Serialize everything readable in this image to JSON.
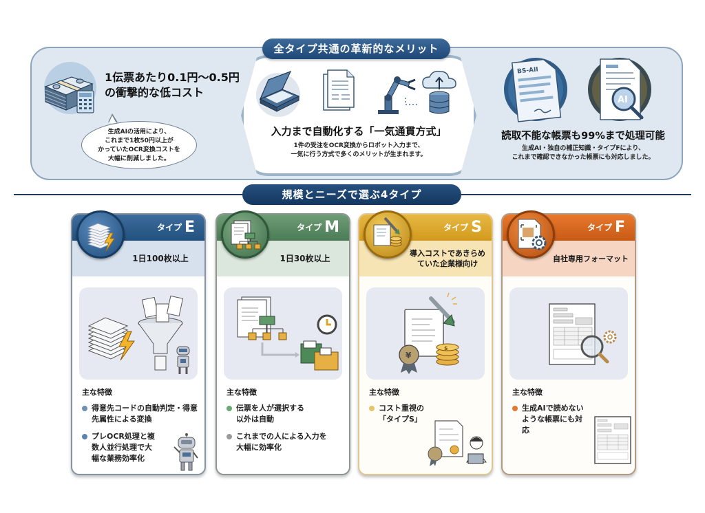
{
  "banner": {
    "title": "全タイプ共通の革新的なメリット",
    "left": {
      "title_line1": "1伝票あたり0.1円〜0.5円",
      "title_line2": "の衝撃的な低コスト",
      "bubble_lines": [
        "生成AIの活用により、",
        "これまで1枚50円以上が",
        "かっていたOCR変換コストを",
        "大幅に削減しました。"
      ],
      "icon": "money-stack-calculator-icon"
    },
    "middle": {
      "title": "入力まで自動化する「一気通貫方式」",
      "desc_lines": [
        "1件の受注をOCR変換からロボット入力まで、",
        "一気に行う方式で多くのメリットが生まれます。"
      ],
      "icons": [
        "scanner-icon",
        "document-icon",
        "robot-arm-icon",
        "cloud-database-icon"
      ]
    },
    "right": {
      "title": "読取不能な帳票も99%まで処理可能",
      "desc_lines": [
        "生成AI・独自の補正知識・タイプFにより、",
        "これまで確認できなかった帳票にも対応しました。"
      ],
      "icons": [
        "handwritten-document-icon",
        "ai-magnifier-document-icon"
      ],
      "doc_label": "BS-AII"
    }
  },
  "section": {
    "title": "規模とニーズで選ぶ4タイプ"
  },
  "cards": [
    {
      "type_prefix": "タイプ",
      "type_letter": "E",
      "subtitle": "1日100枚以上",
      "features_title": "主な特徴",
      "features": [
        "得意先コードの自動判定・得意先属性による変換",
        "プレOCR処理と複数人並行処理で大幅な業務効率化"
      ],
      "color": "#2a5a8a",
      "dot_color": "#6f8fb3"
    },
    {
      "type_prefix": "タイプ",
      "type_letter": "M",
      "subtitle": "1日30枚以上",
      "features_title": "主な特徴",
      "features": [
        "伝票を人が選択する以外は自動",
        "これまでの人による入力を大幅に効率化"
      ],
      "color": "#5a8a62",
      "dot_colors": [
        "#6aa874",
        "#9a9a9a"
      ]
    },
    {
      "type_prefix": "タイプ",
      "type_letter": "S",
      "subtitle": "導入コストであきらめていた企業様向け",
      "features_title": "主な特徴",
      "features": [
        "コスト重視の「タイプS」"
      ],
      "color": "#d9a52a",
      "dot_color": "#e6c36c"
    },
    {
      "type_prefix": "タイプ",
      "type_letter": "F",
      "subtitle": "自社専用フォーマット",
      "features_title": "主な特徴",
      "features": [
        "生成AIで読めないような帳票にも対応"
      ],
      "color": "#d8661e",
      "dot_color": "#e07a2e"
    }
  ]
}
